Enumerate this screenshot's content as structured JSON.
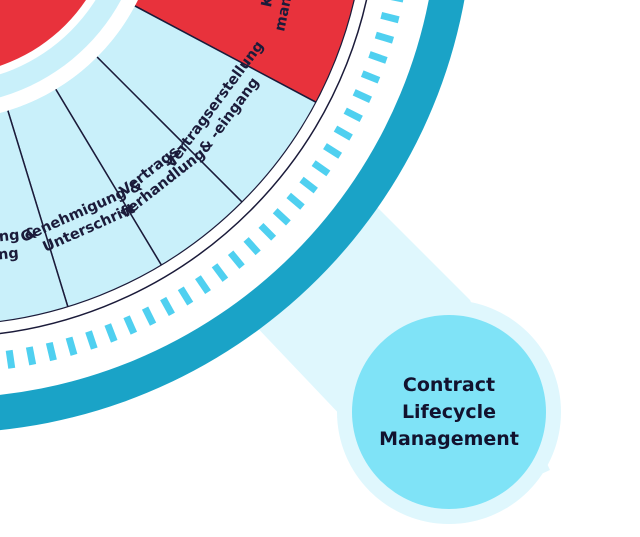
{
  "colors": {
    "outer_ring": "#1aa3c7",
    "tick_marks": "#4fd0f0",
    "segment_fill": "#c9f0fa",
    "active_segment": "#e8323c",
    "glow": "#dff7fd",
    "badge": "#7fe3f7",
    "text_dark": "#1b1b3a",
    "text_light": "#ffffff"
  },
  "diagram": {
    "center_label": {
      "lines": [
        "Contract",
        "Lifecycle",
        "Management"
      ]
    },
    "segments": [
      {
        "id": "klauselmanagement",
        "lines": [
          "Klausel-",
          "management"
        ],
        "active": true
      },
      {
        "id": "vertragserstellung",
        "lines": [
          "Vertragserstellung",
          "& -eingang"
        ],
        "active": false
      },
      {
        "id": "vertragsverhandlung",
        "lines": [
          "Vertrags-",
          "verhandlung"
        ],
        "active": false
      },
      {
        "id": "genehmigung",
        "lines": [
          "Genehmigung &",
          "Unterschrift"
        ],
        "active": false
      },
      {
        "id": "speicherung",
        "lines": [
          "Speicherung &",
          "Änderung"
        ],
        "active": false
      }
    ]
  }
}
